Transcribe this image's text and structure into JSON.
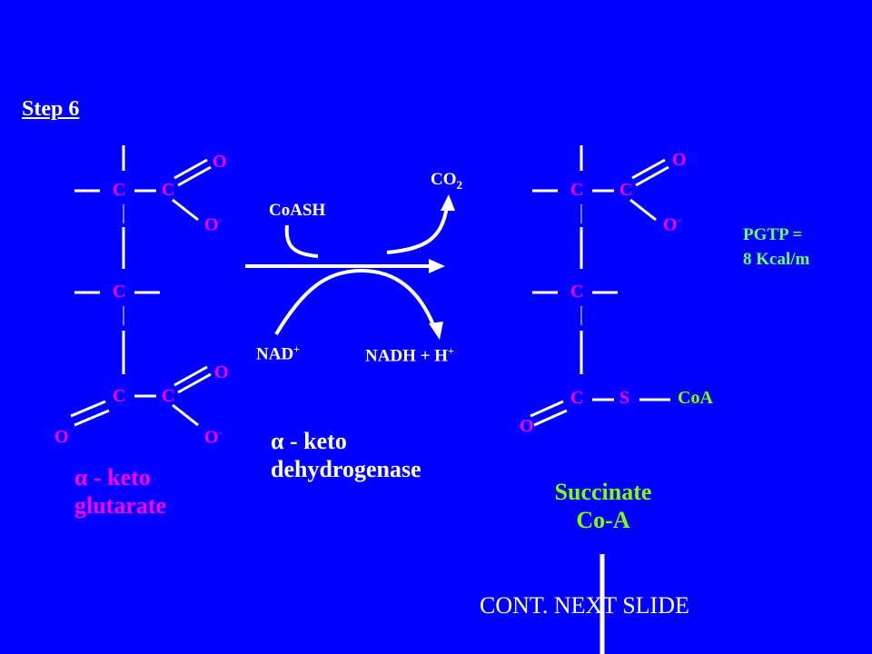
{
  "slide": {
    "title": "Step 6",
    "colors": {
      "background": "#0000FF",
      "molecule": "#FF00FF",
      "arrows": "#FFFFFF",
      "energy": "#7FFF00"
    }
  },
  "left_molecule": {
    "atoms": {
      "c1": "C",
      "c2": "C",
      "o_top": "O",
      "o_minus_top": "O",
      "c3": "C",
      "c4": "C",
      "c5": "C",
      "o_bottom": "O",
      "o_minus_bottom": "O",
      "o_left": "O"
    },
    "minus": "-",
    "name_line1": "α - keto",
    "name_line2": "glutarate"
  },
  "reaction": {
    "coash": "CoASH",
    "co2": "CO",
    "co2_sub": "2",
    "nad": "NAD",
    "nad_sup": "+",
    "nadh": "NADH + H",
    "nadh_sup": "+",
    "enzyme_line1": "α - keto",
    "enzyme_line2": "dehydrogenase"
  },
  "right_molecule": {
    "atoms": {
      "c1": "C",
      "c2": "C",
      "o_top": "O",
      "o_minus_top": "O",
      "c3": "C",
      "c4": "C",
      "s": "S",
      "coa": "CoA",
      "o_left": "O"
    },
    "minus": "-",
    "name_line1": "Succinate",
    "name_line2": "Co-A"
  },
  "energy": {
    "line1": "PGTP =",
    "line2": "8 Kcal/m"
  },
  "footer": {
    "continue_text": "CONT. NEXT SLIDE"
  }
}
